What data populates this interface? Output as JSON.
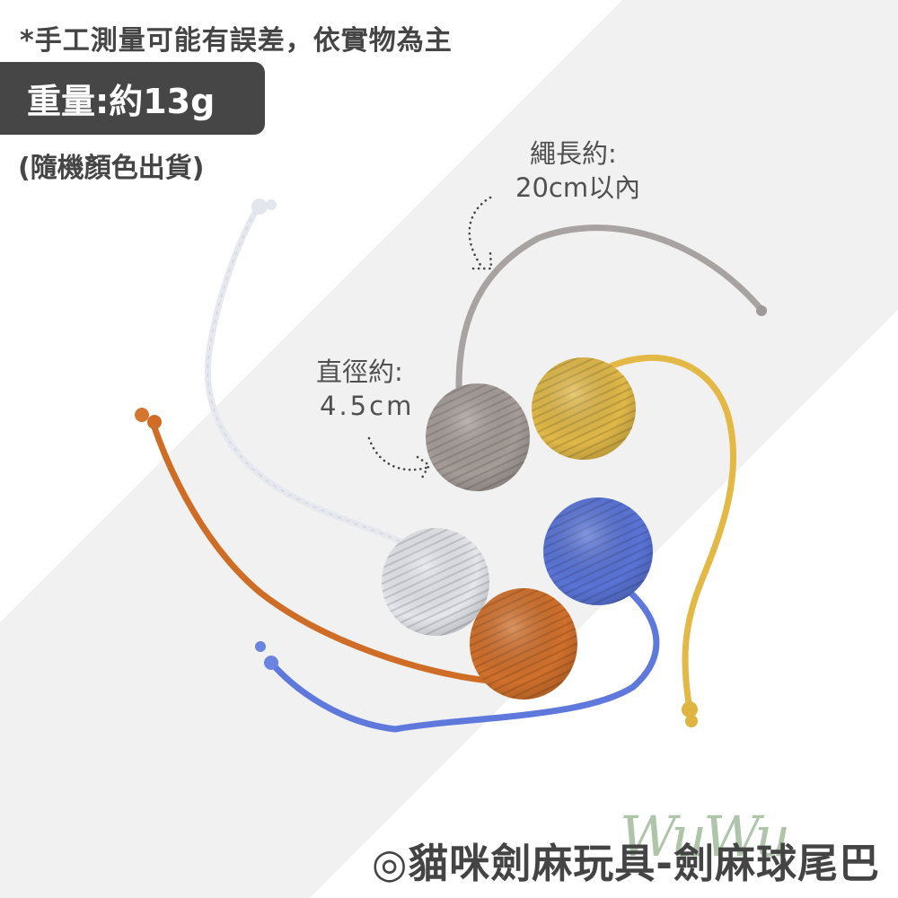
{
  "header": {
    "disclaimer": "*手工測量可能有誤差，依實物為主",
    "weight_label": "重量:約13g",
    "color_note": "(隨機顏色出貨)"
  },
  "annotations": {
    "rope_length": {
      "line1": "繩長約:",
      "line2": "20cm以內"
    },
    "diameter": {
      "line1": "直徑約:",
      "line2": "4.5cm"
    }
  },
  "footer": {
    "title": "◎貓咪劍麻玩具-劍麻球尾巴",
    "watermark": "WuWu"
  },
  "colors": {
    "background": "#ffffff",
    "diagonal_band": "#f1f1f1",
    "badge": "#464646",
    "text": "#444444",
    "watermark": "#6e9664"
  },
  "products": [
    {
      "color_name": "gray",
      "ball_color": "#a59c98",
      "rope_color": "#a8a2a0"
    },
    {
      "color_name": "yellow",
      "ball_color": "#e0b848",
      "rope_color": "#e3b845"
    },
    {
      "color_name": "white",
      "ball_color": "#e4e6ec",
      "rope_color": "#e6e8f0"
    },
    {
      "color_name": "orange",
      "ball_color": "#d0702c",
      "rope_color": "#cf6c25"
    },
    {
      "color_name": "blue",
      "ball_color": "#5a74d6",
      "rope_color": "#5f78dc"
    }
  ]
}
